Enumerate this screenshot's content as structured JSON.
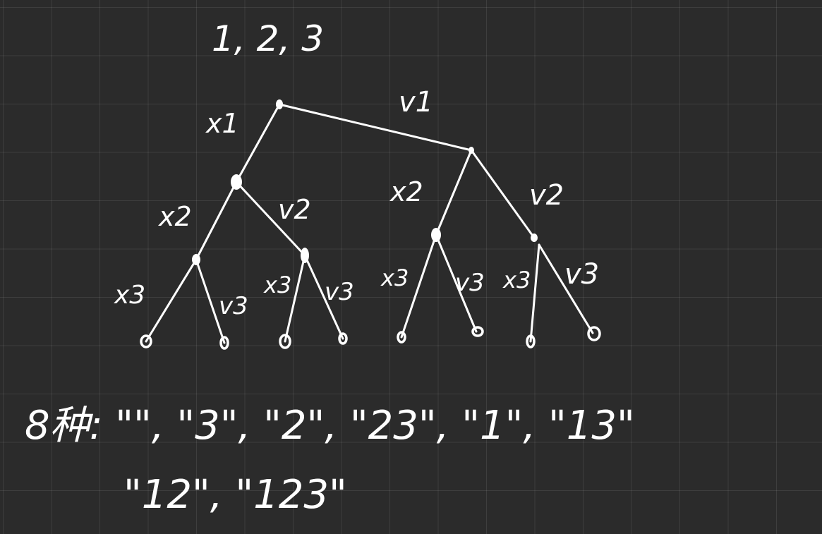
{
  "title": "1, 2, 3",
  "edge_labels": {
    "x1": "x1",
    "v1": "v1",
    "x2_left": "x2",
    "v2_left": "v2",
    "x2_right": "x2",
    "v2_right": "v2",
    "x3_a": "x3",
    "v3_a": "v3",
    "x3_b": "x3",
    "v3_b": "v3",
    "x3_c": "x3",
    "v3_c": "v3",
    "x3_d": "x3",
    "v3_d": "v3"
  },
  "result_line1": "8种: \"\", \"3\", \"2\", \"23\", \"1\", \"13\"",
  "result_line2": "\"12\", \"123\"",
  "colors": {
    "background": "#2b2b2b",
    "ink": "#ffffff",
    "grid": "#404040"
  }
}
